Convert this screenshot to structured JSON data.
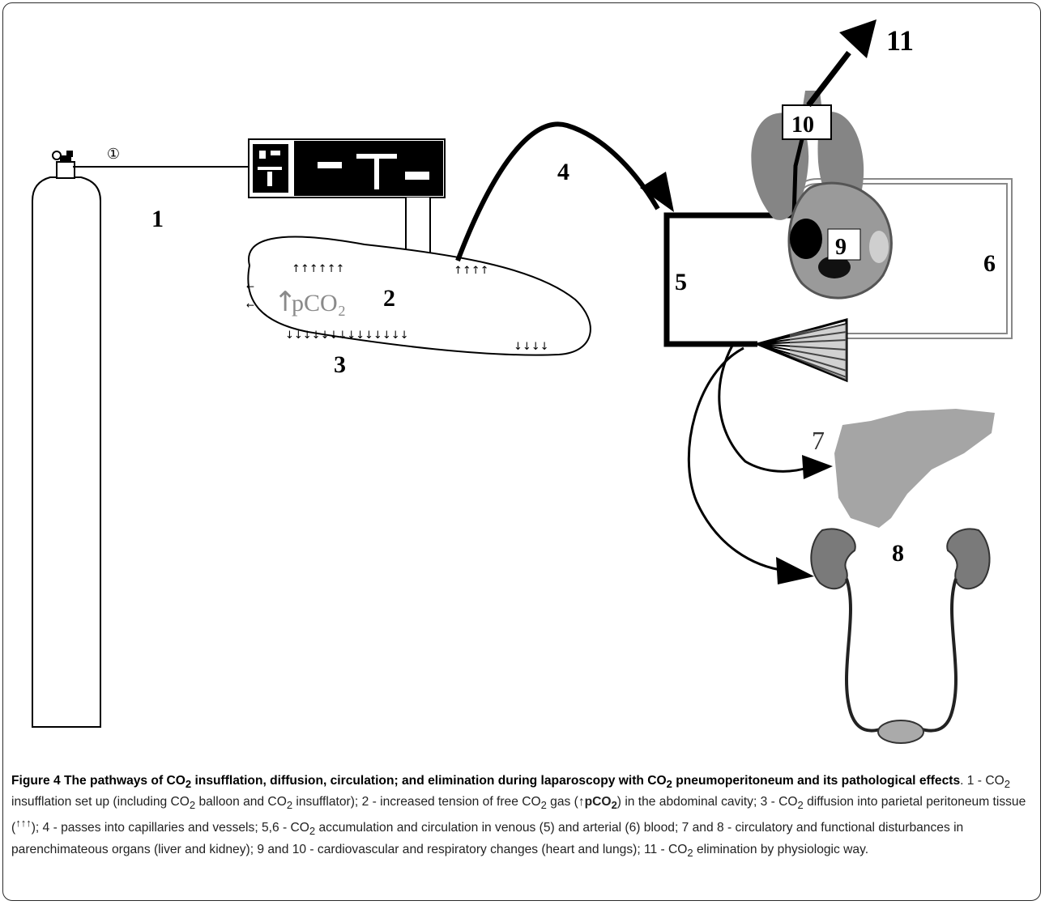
{
  "figure": {
    "labels": {
      "n1": "1",
      "n2": "2",
      "n3": "3",
      "n4": "4",
      "n5": "5",
      "n6": "6",
      "n7": "7",
      "n8": "8",
      "n9": "9",
      "n10": "10",
      "n11": "11",
      "valve": "①",
      "pco2_arrow": "↑",
      "pco2_text": "pCO₂"
    },
    "caption": {
      "title_a": "Figure 4 The pathways of CO",
      "title_b": " insufflation, diffusion, circulation; and elimination during laparoscopy with CO",
      "title_c": " pneumoperitoneum and its pathological effects",
      "sub": "2",
      "s1": ". 1 - CO",
      "s2": " insufflation set up (including CO",
      "s3": " balloon and CO",
      "s4": " insufflator); 2 - increased tension of free CO",
      "s5": " gas (",
      "p_bold_a": "↑pCO",
      "s6": ") in the abdominal cavity; 3 - CO",
      "s7": " diffusion into parietal peritoneum tissue (",
      "sup": "↑↑↑",
      "s8": "); 4 - passes into capillaries and vessels; 5,6 - CO",
      "s9": " accumulation and circulation in venous (5) and arterial (6) blood; 7 and 8 - circulatory and functional disturbances in parenchimateous organs (liver and kidney); 9 and 10 - cardiovascular and respiratory changes (heart and lungs); 11 - CO",
      "s10": " elimination by physiologic way."
    }
  }
}
